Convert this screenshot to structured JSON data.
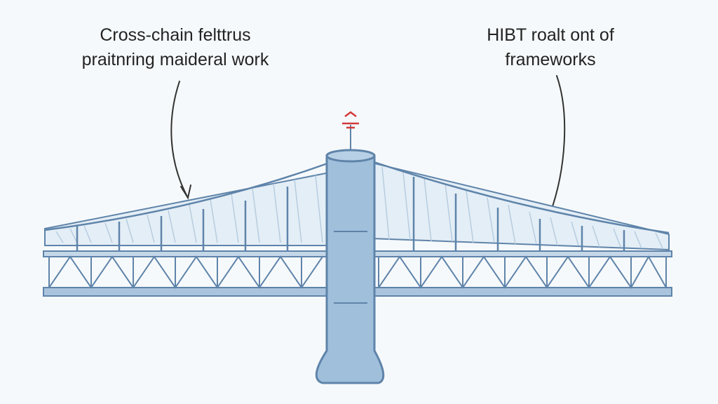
{
  "annotations": {
    "left": {
      "line1": "Cross-chain felttrus",
      "line2": "praitnring maideral work"
    },
    "right": {
      "line1": "HIBT roalt ont of",
      "line2": "frameworks"
    }
  },
  "colors": {
    "background": "#f6f9fb",
    "structure": "#a9c4dc",
    "outline": "#5f84aa",
    "tower_fill": "#9fbfdb",
    "flag": "#d23a3a",
    "arrow": "#333333"
  }
}
